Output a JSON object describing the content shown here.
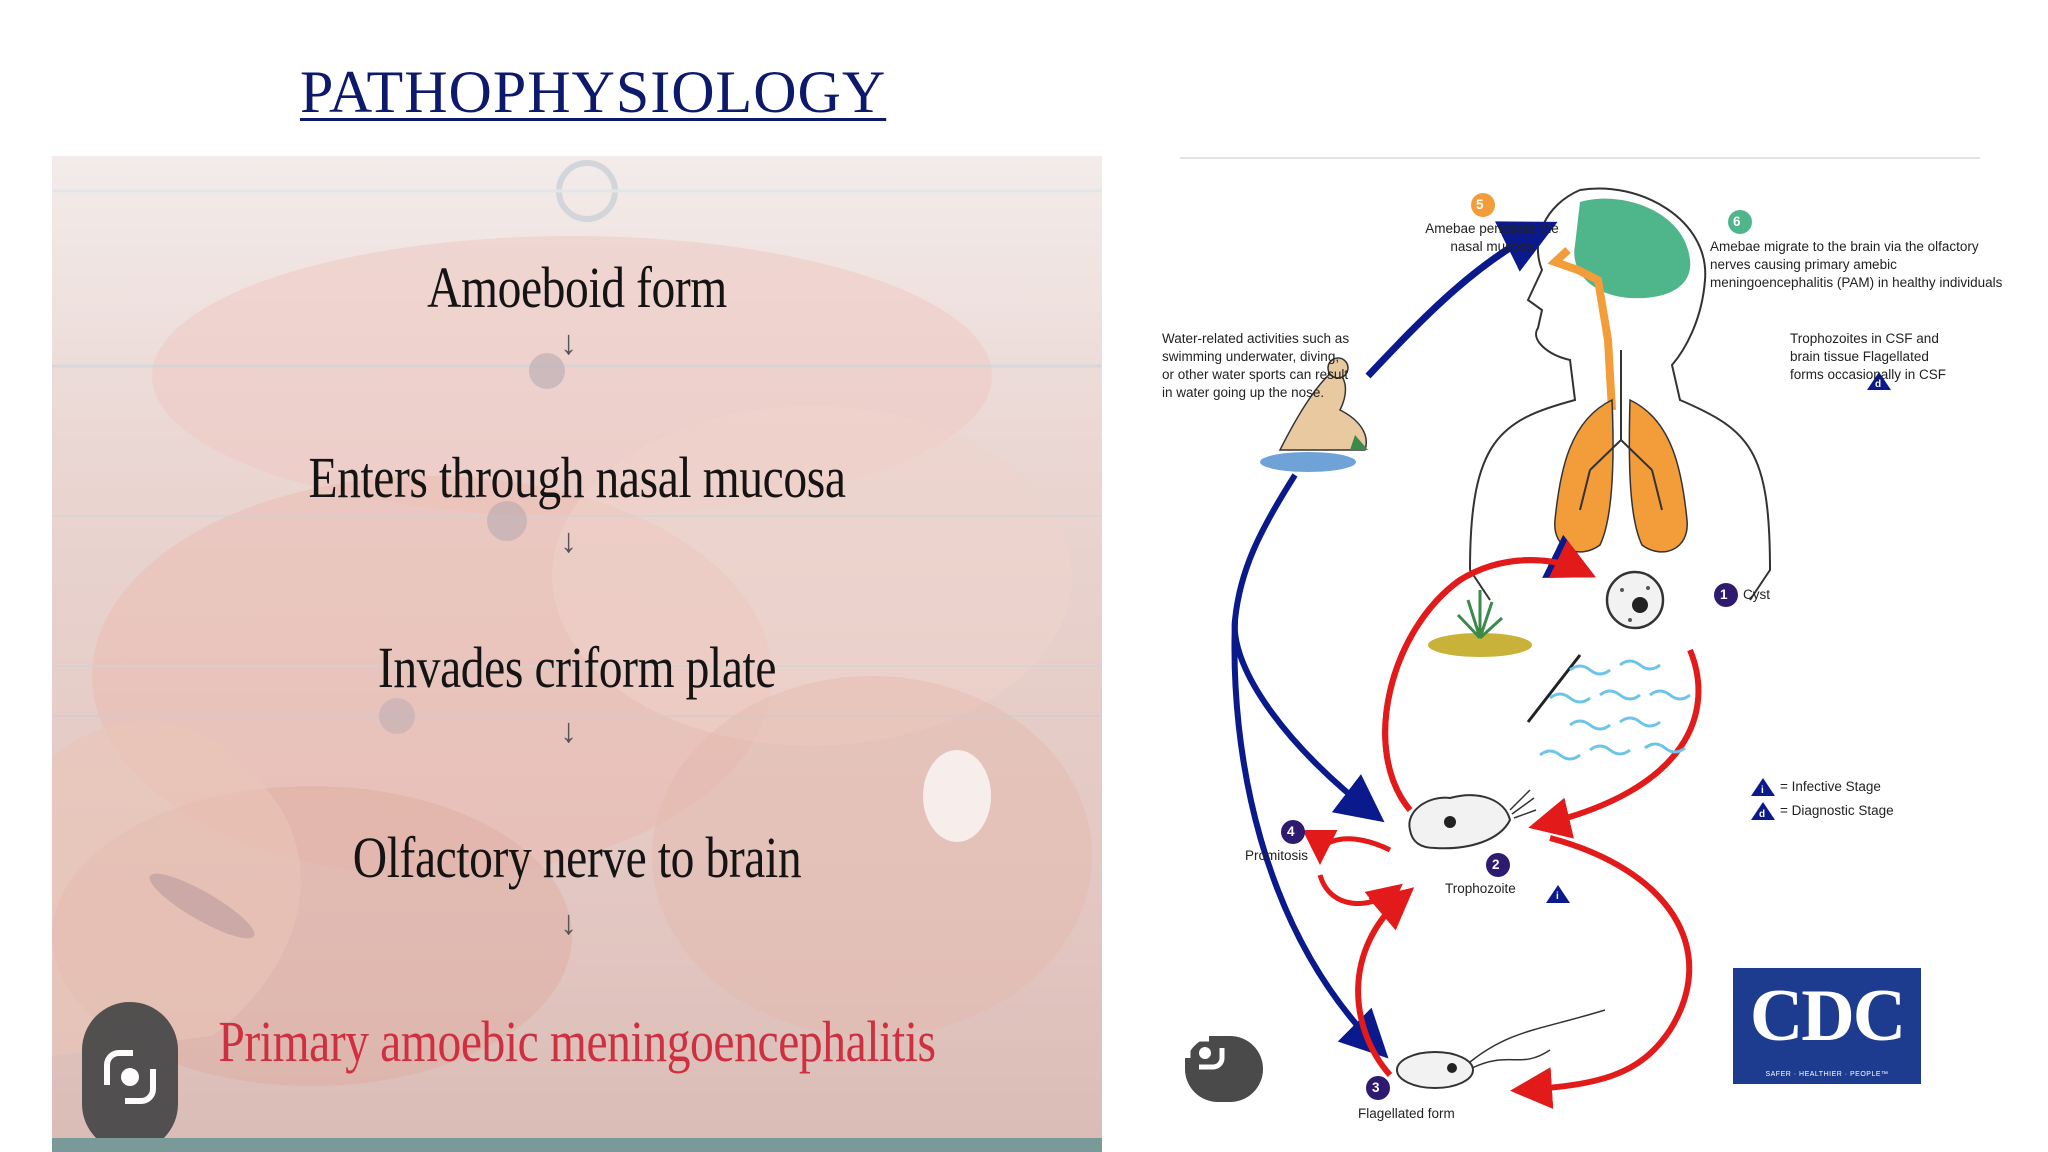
{
  "slide": {
    "title": "PATHOPHYSIOLOGY"
  },
  "left_panel": {
    "steps": [
      "Amoeboid form",
      "Enters through nasal mucosa",
      "Invades criform plate",
      "Olfactory nerve to brain"
    ],
    "final_step": "Primary amoebic meningoencephalitis"
  },
  "right_panel": {
    "stages": {
      "s1": {
        "num": "1",
        "text": "Cyst"
      },
      "s2": {
        "num": "2",
        "text": "Trophozoite"
      },
      "s3": {
        "num": "3",
        "text": "Flagellated form"
      },
      "s4": {
        "num": "4",
        "text": "Promitosis"
      },
      "s5": {
        "num": "5",
        "text": "Amebae penetrate the nasal mucosa"
      },
      "s6": {
        "num": "6",
        "text": "Amebae migrate to the brain via the olfactory nerves causing primary amebic meningoencephalitis (PAM) in healthy individuals"
      }
    },
    "water_text": "Water-related activities such as swimming underwater, diving, or other water sports can result in water going up the nose.",
    "troph_csf": "Trophozoites in CSF and brain tissue Flagellated forms occasionally in CSF",
    "legend": {
      "infective": "= Infective Stage",
      "diagnostic": "= Diagnostic Stage",
      "i_symbol": "i",
      "d_symbol": "d"
    },
    "logo": {
      "text": "CDC",
      "tagline": "SAFER · HEALTHIER · PEOPLE™"
    },
    "colors": {
      "dark_blue": "#0a1a8c",
      "red": "#e21a1a",
      "purple": "#2e1a6e",
      "orange": "#f39c3a",
      "green": "#4fb68c"
    }
  }
}
